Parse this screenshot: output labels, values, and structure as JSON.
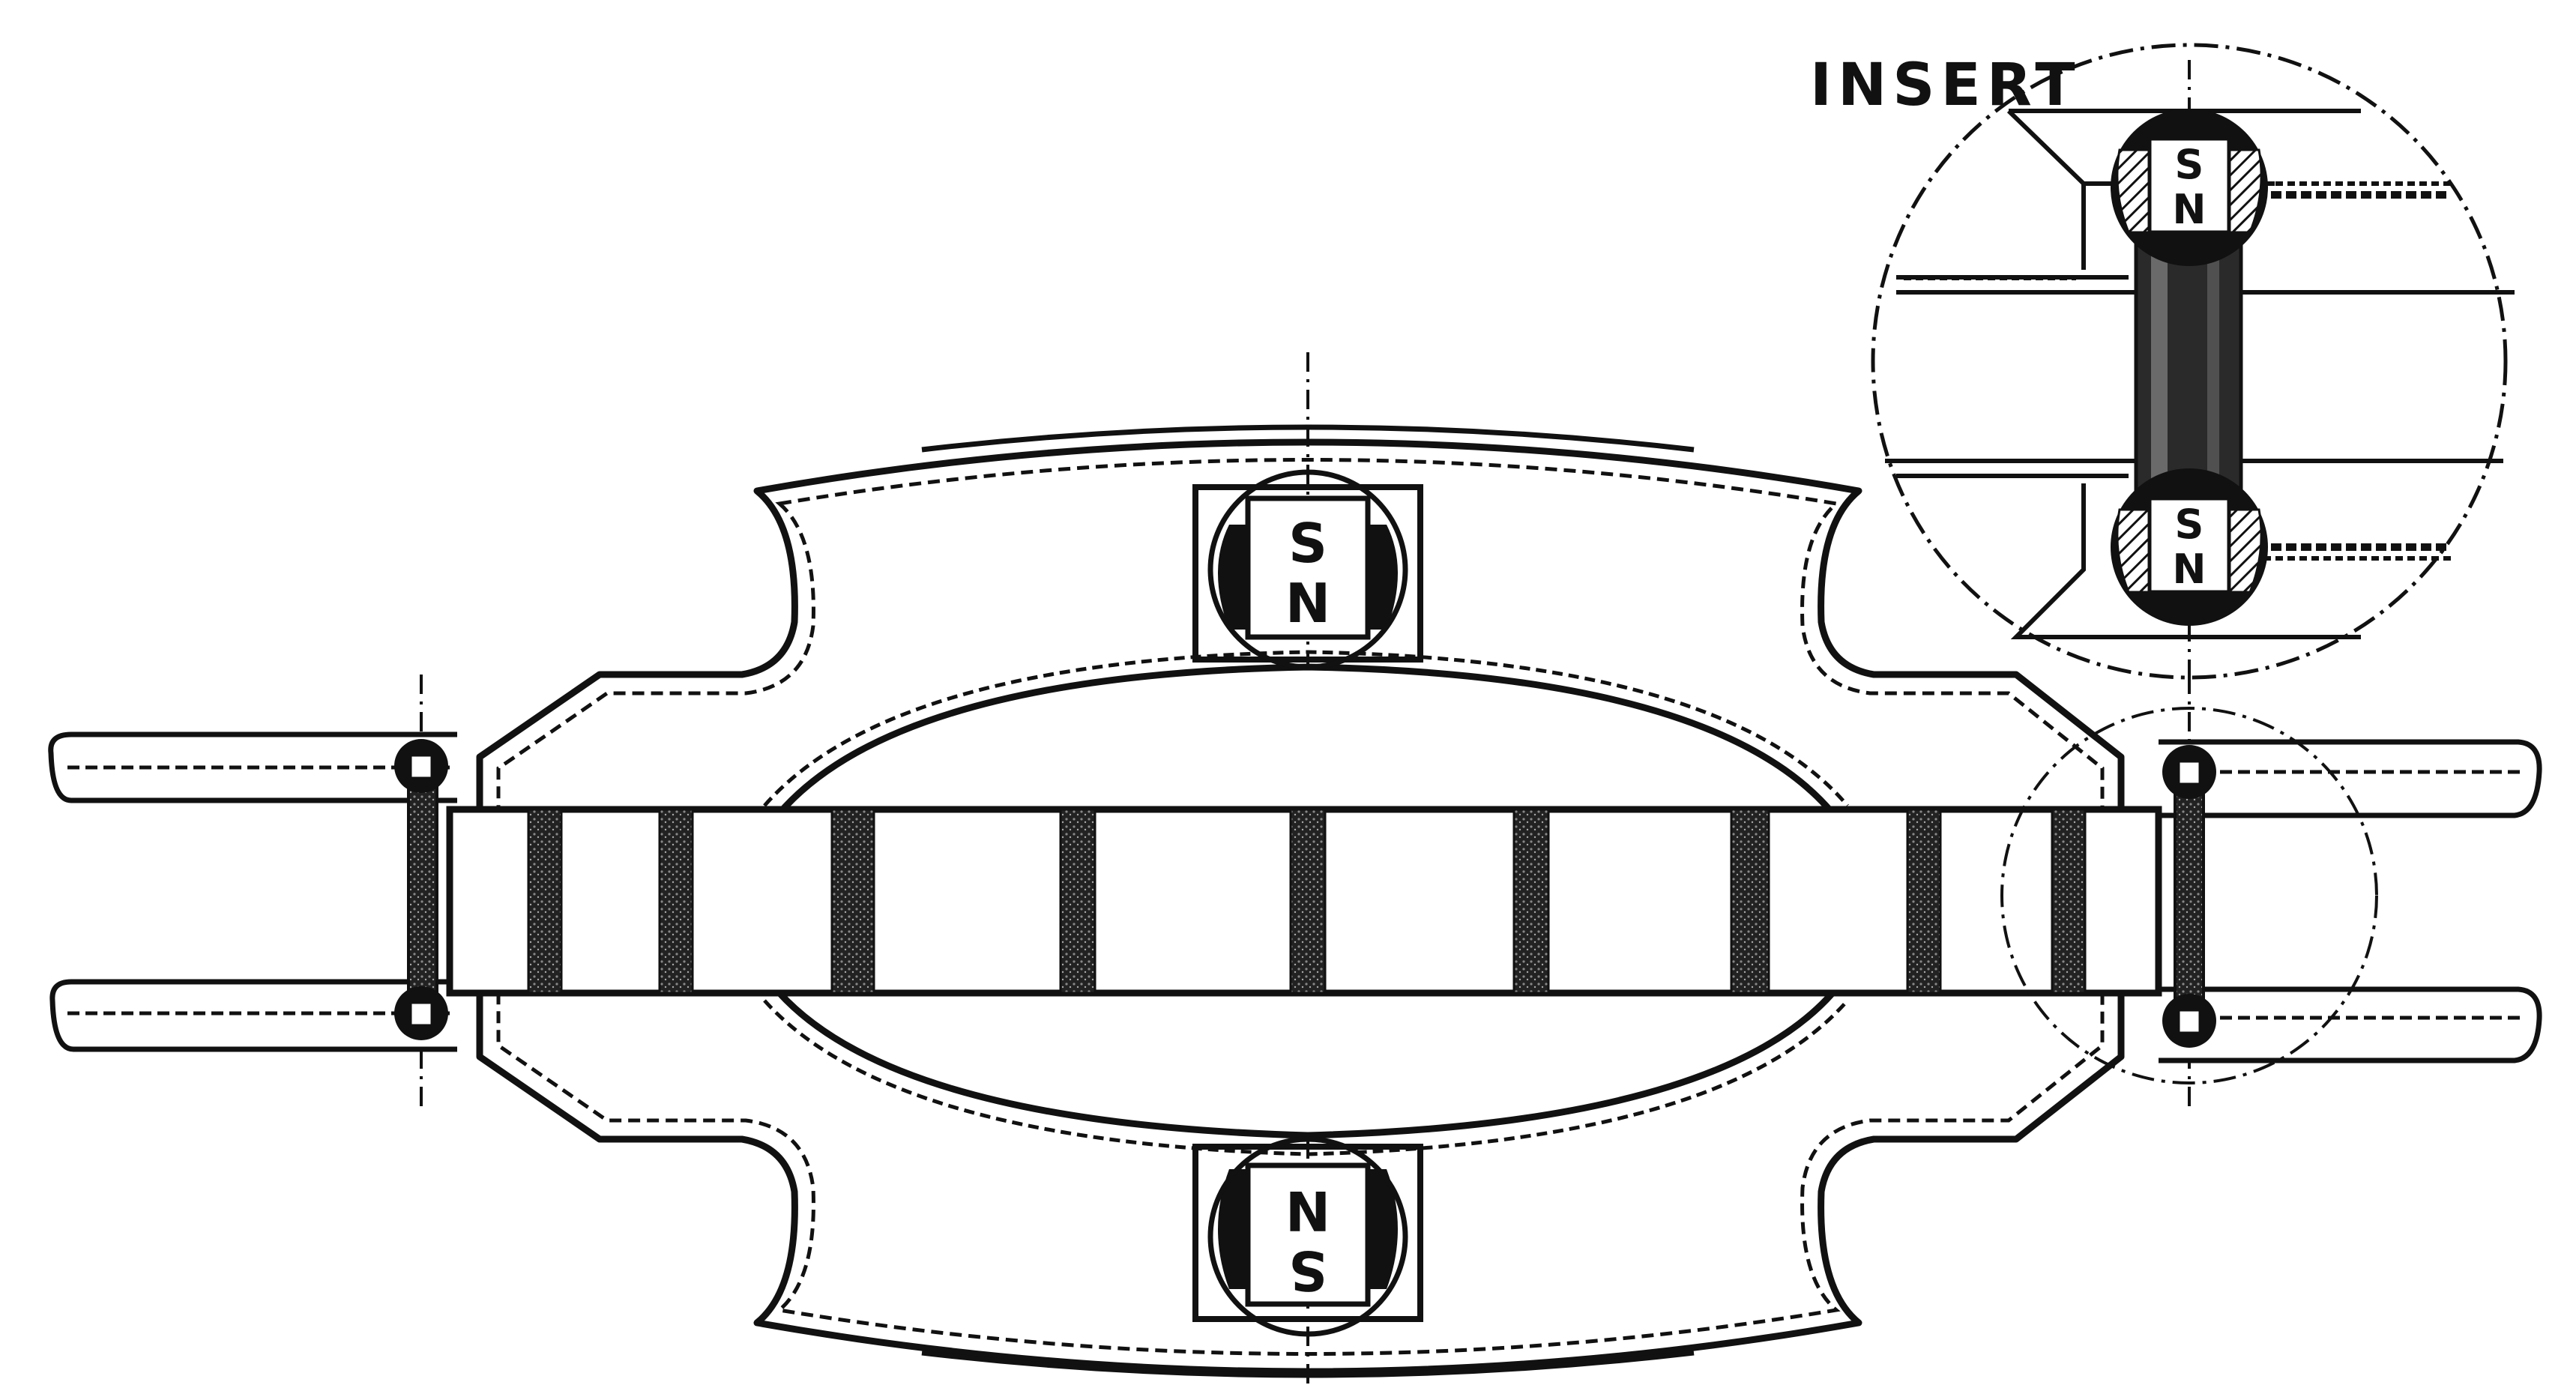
{
  "diagram": {
    "insert_label": "INSERT",
    "top_magnet": {
      "upper": "S",
      "lower": "N"
    },
    "bottom_magnet": {
      "upper": "N",
      "lower": "S"
    },
    "insert_upper_magnet": {
      "upper": "S",
      "lower": "N"
    },
    "insert_lower_magnet": {
      "upper": "S",
      "lower": "N"
    },
    "ink_color": "#111111",
    "shade_color": "#555555"
  }
}
